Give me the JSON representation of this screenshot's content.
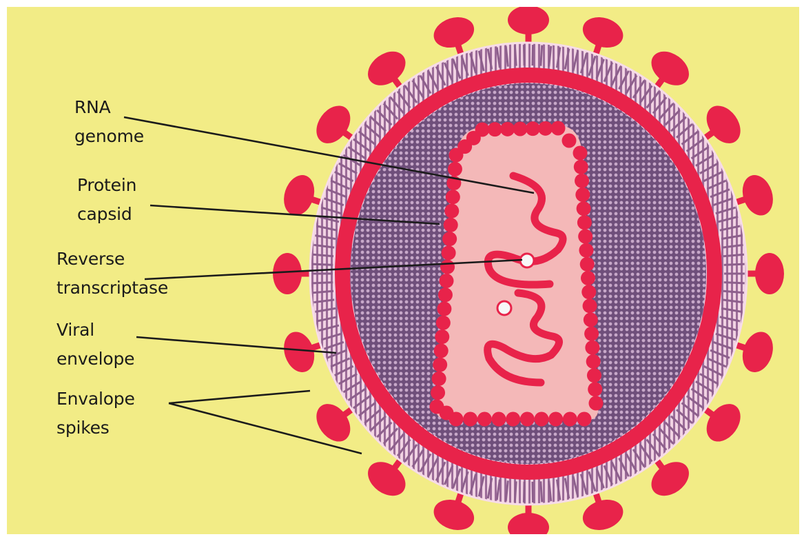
{
  "labels": {
    "rna_genome": {
      "line1": "RNA",
      "line2": "genome"
    },
    "protein_capsid": {
      "line1": "Protein",
      "line2": "capsid"
    },
    "reverse_transcriptase": {
      "line1": "Reverse",
      "line2": "transcriptase"
    },
    "viral_envelope": {
      "line1": "Viral",
      "line2": "envelope"
    },
    "envelope_spikes": {
      "line1": "Envalope",
      "line2": "spikes"
    }
  },
  "colors": {
    "background": "#f2ec86",
    "viral_red": "#e8234a",
    "matrix_purple": "#8a5f8e",
    "core_pink": "#f4b8b8",
    "envelope_lilac": "#d9a9c9",
    "leader_line": "#1b1b1b"
  }
}
